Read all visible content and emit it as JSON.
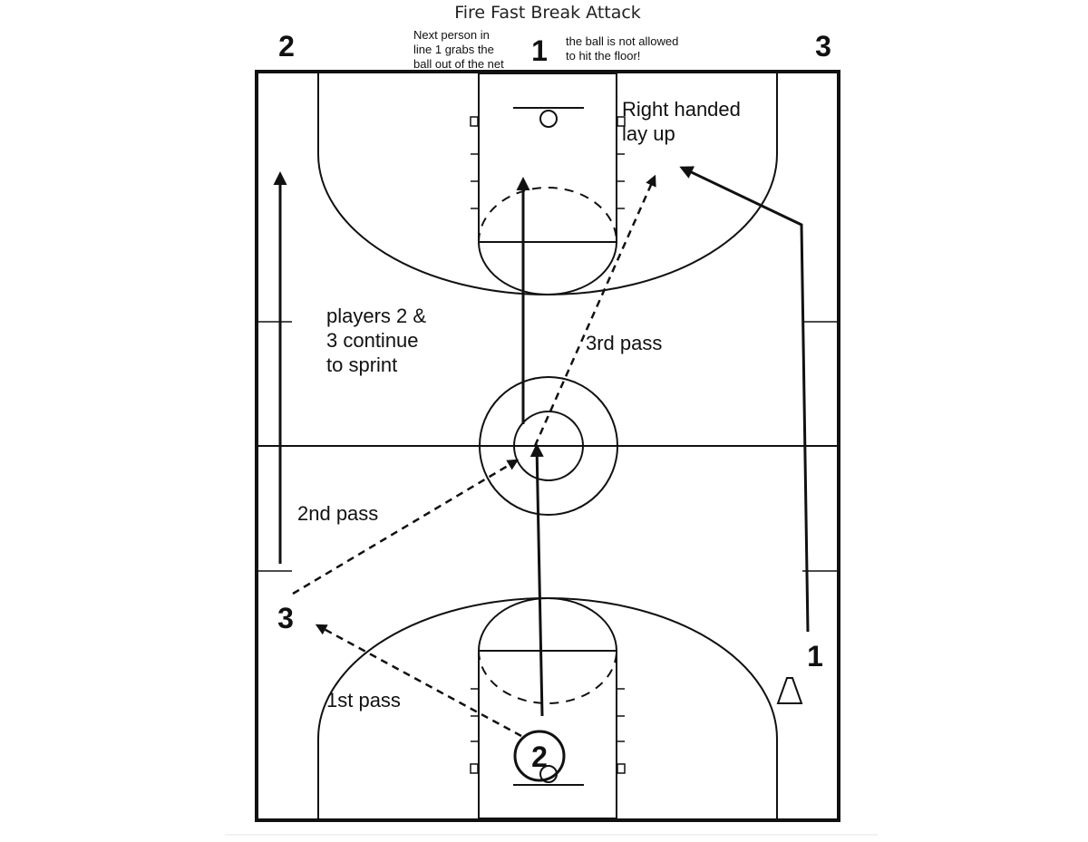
{
  "diagram": {
    "title": "Fire Fast Break Attack",
    "notes": {
      "grab_line1": "Next person in",
      "grab_line2": "line 1 grabs the",
      "grab_line3": "ball out of the net",
      "floor_line1": "the ball is not allowed",
      "floor_line2": "to hit the floor!",
      "layup_line1": "Right handed",
      "layup_line2": "lay up",
      "sprint_line1": "players 2 &",
      "sprint_line2": "3 continue",
      "sprint_line3": "to sprint"
    },
    "passes": {
      "first": "1st pass",
      "second": "2nd pass",
      "third": "3rd pass"
    },
    "players": {
      "top_left": "2",
      "top_center": "1",
      "top_right": "3",
      "wing_left": "3",
      "wing_right": "1",
      "ball_handler": "2"
    },
    "icons": {
      "cone": "cone-icon"
    }
  }
}
